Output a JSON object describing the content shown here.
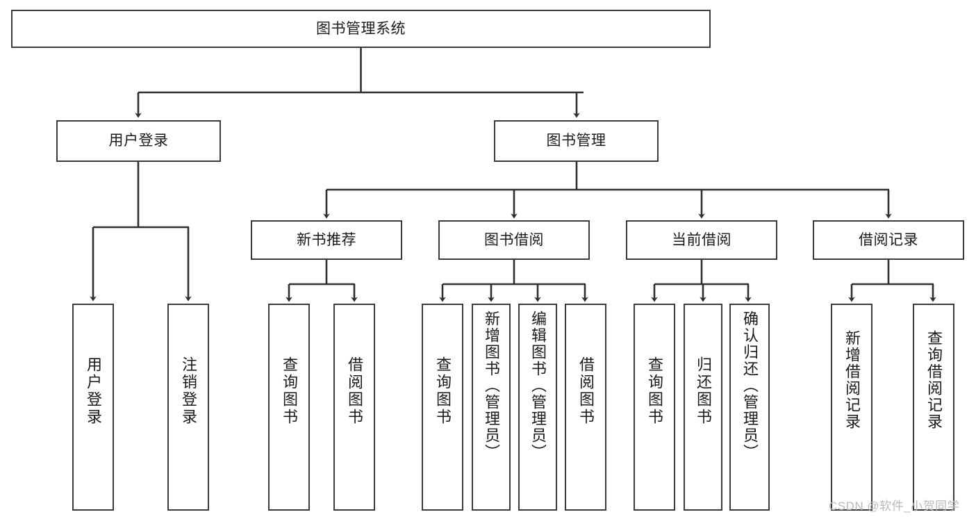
{
  "diagram": {
    "title": "图书管理系统",
    "type": "tree-hierarchy-flowchart",
    "colors": {
      "box_border": "#3a3a3a",
      "box_fill": "#ffffff",
      "connector": "#2f2f2f",
      "text": "#1a1a1a",
      "watermark": "#b9b9b9",
      "background": "#ffffff"
    },
    "root": {
      "label": "图书管理系统"
    },
    "level2": [
      {
        "label": "用户登录"
      },
      {
        "label": "图书管理"
      }
    ],
    "level3": [
      {
        "label": "新书推荐"
      },
      {
        "label": "图书借阅"
      },
      {
        "label": "当前借阅"
      },
      {
        "label": "借阅记录"
      }
    ],
    "leaves": {
      "user_login": [
        {
          "label": "用户登录"
        },
        {
          "label": "注销登录"
        }
      ],
      "new_book_recommend": [
        {
          "label": "查询图书"
        },
        {
          "label": "借阅图书"
        }
      ],
      "book_borrow": [
        {
          "label": "查询图书"
        },
        {
          "label": "新增图书（管理员）"
        },
        {
          "label": "编辑图书（管理员）"
        },
        {
          "label": "借阅图书"
        }
      ],
      "current_borrow": [
        {
          "label": "查询图书"
        },
        {
          "label": "归还图书"
        },
        {
          "label": "确认归还（管理员）"
        }
      ],
      "borrow_record": [
        {
          "label": "新增借阅记录"
        },
        {
          "label": "查询借阅记录"
        }
      ]
    }
  },
  "watermark": {
    "text": "CSDN @软件_小贺同学"
  }
}
